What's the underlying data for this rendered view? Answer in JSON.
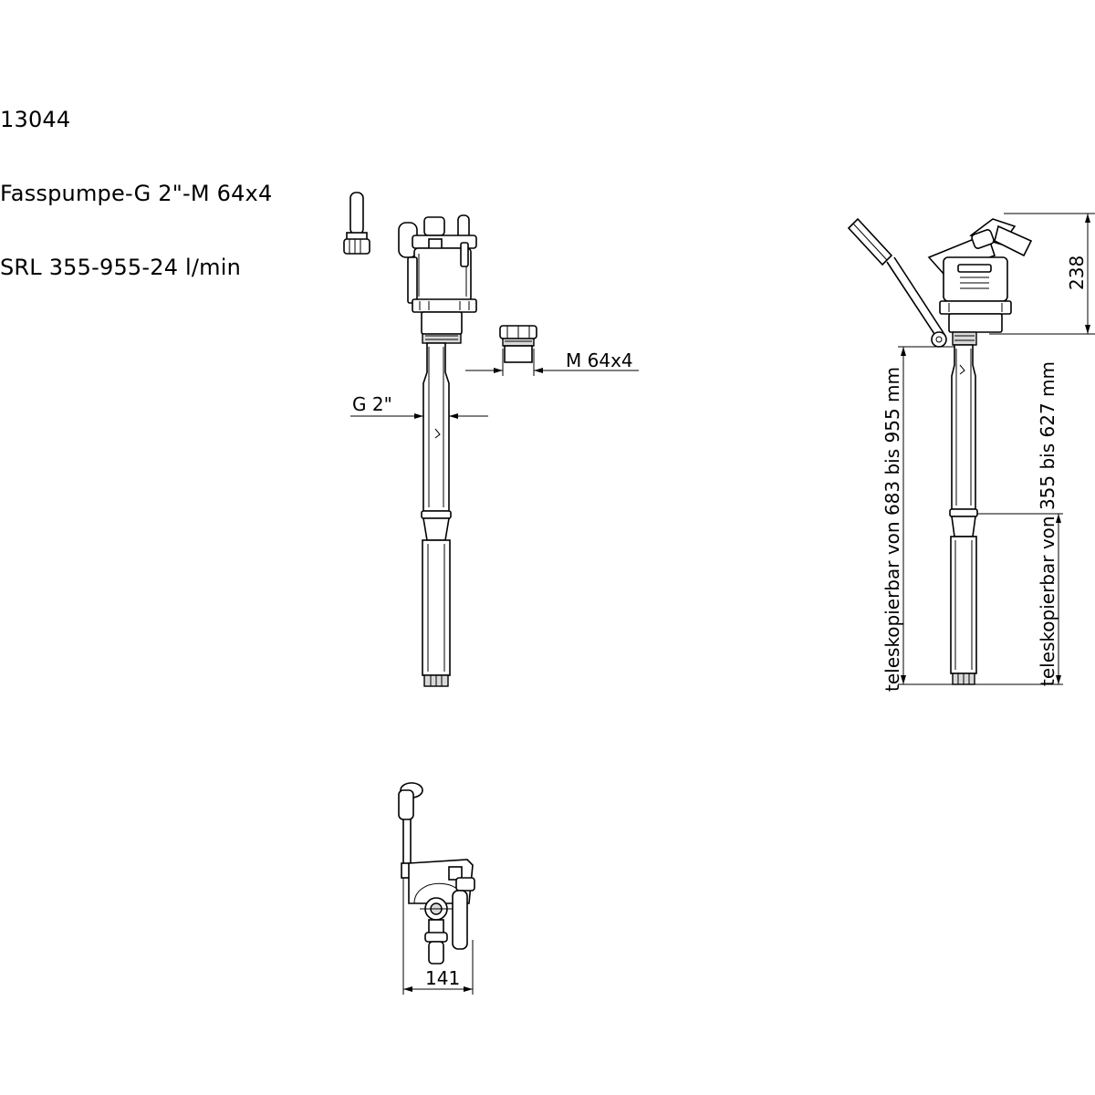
{
  "title_block": {
    "line1": "13044",
    "line2": "Fasspumpe-G 2\"-M 64x4",
    "line3": "SRL 355-955-24 l/min"
  },
  "labels": {
    "thread_m": "M 64x4",
    "thread_g": "G 2\"",
    "dim_height_head": "238",
    "dim_width": "141",
    "telescope_total": "teleskopierbar  von  683  bis  955  mm",
    "telescope_tube": "teleskopierbar  von  355  bis  627  mm"
  },
  "colors": {
    "line": "#000000",
    "background": "#ffffff"
  }
}
